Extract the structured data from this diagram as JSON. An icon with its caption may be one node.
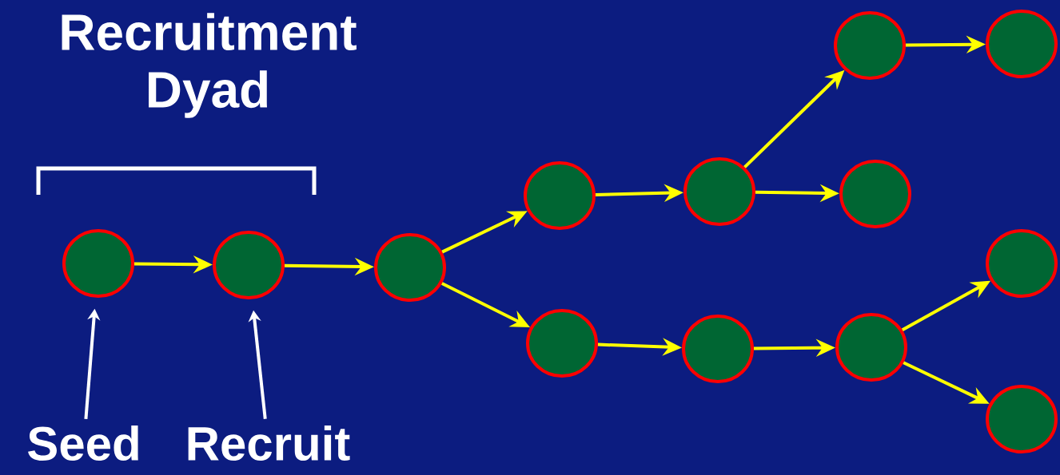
{
  "diagram": {
    "title": "Recruitment Dyad",
    "nodes": [
      {
        "text": [],
        "shape": "circle"
      },
      {
        "text": [],
        "shape": "circle"
      },
      {
        "text": [],
        "shape": "circle"
      },
      {
        "text": [],
        "shape": "circle"
      },
      {
        "text": [],
        "shape": "circle"
      },
      {
        "text": [],
        "shape": "circle"
      },
      {
        "text": [],
        "shape": "circle"
      },
      {
        "text": [],
        "shape": "circle"
      },
      {
        "text": [],
        "shape": "circle"
      },
      {
        "text": [],
        "shape": "circle"
      },
      {
        "text": [],
        "shape": "circle"
      },
      {
        "text": [],
        "shape": "circle"
      },
      {
        "text": [],
        "shape": "circle"
      },
      {
        "text": [
          "Seed"
        ]
      },
      {
        "text": [
          "Recruit"
        ]
      }
    ],
    "edges": [
      {
        "from": 0,
        "to": 1,
        "arrow": "to"
      },
      {
        "from": 1,
        "to": 2,
        "arrow": "to"
      },
      {
        "from": 2,
        "to": 3,
        "arrow": "to"
      },
      {
        "from": 2,
        "to": 8,
        "arrow": "to"
      },
      {
        "from": 3,
        "to": 4,
        "arrow": "to"
      },
      {
        "from": 4,
        "to": 5,
        "arrow": "to"
      },
      {
        "from": 4,
        "to": 7,
        "arrow": "to"
      },
      {
        "from": 5,
        "to": 6,
        "arrow": "to"
      },
      {
        "from": 8,
        "to": 9,
        "arrow": "to"
      },
      {
        "from": 9,
        "to": 10,
        "arrow": "to"
      },
      {
        "from": 10,
        "to": 11,
        "arrow": "to"
      },
      {
        "from": 10,
        "to": 12,
        "arrow": "to"
      },
      {
        "from": 13,
        "to": 0,
        "arrow": "to",
        "color": "#ffffff"
      },
      {
        "from": 14,
        "to": 1,
        "arrow": "to",
        "color": "#ffffff"
      }
    ]
  }
}
